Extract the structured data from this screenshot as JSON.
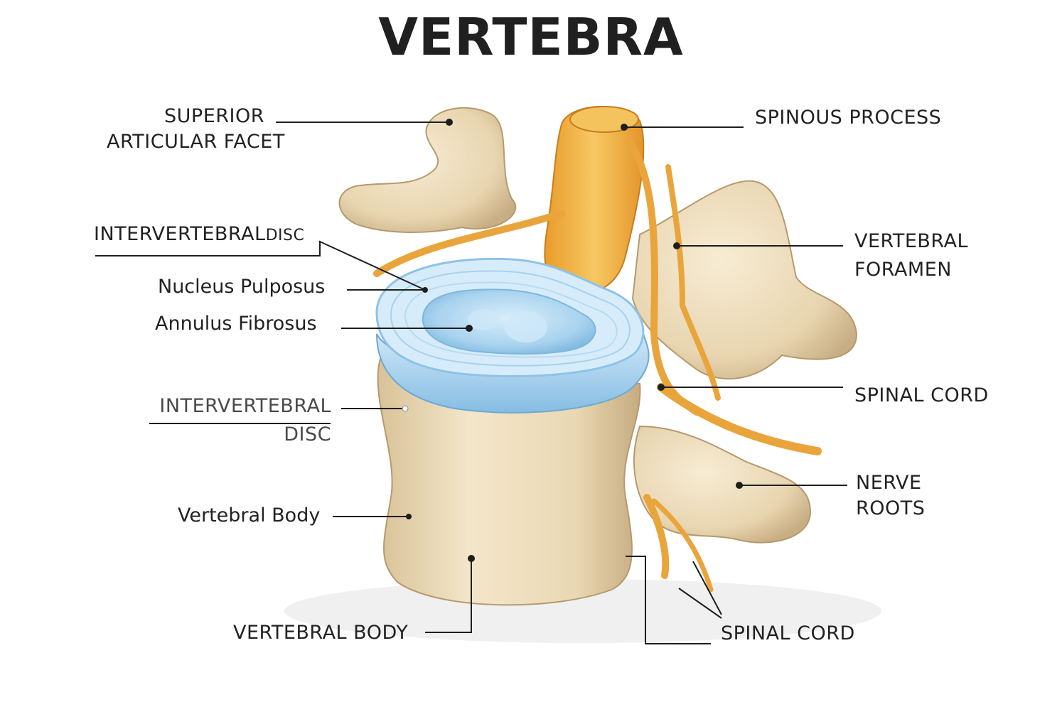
{
  "title": "VERTEBRA",
  "colors": {
    "bone": "#ecdcbc",
    "bone_shadow": "#c9b28a",
    "nerve": "#f2b34a",
    "disc_outer": "#9fcdec",
    "disc_inner": "#bfe1f6",
    "leader": "#1e1e1e"
  },
  "labels": {
    "superior_articular_facet": {
      "line1": "SUPERIOR",
      "line2": "ARTICULAR FACET"
    },
    "intervertebral_disc_top": {
      "main": "INTERVERTEBRAL",
      "suffix": "DISC"
    },
    "nucleus_pulposus": "Nucleus Pulposus",
    "annulus_fibrosus": "Annulus Fibrosus",
    "intervertebral_disc_mid": {
      "line1": "INTERVERTEBRAL",
      "line2": "DISC"
    },
    "vertebral_body_lower": "Vertebral Body",
    "vertebral_body_caps": "VERTEBRAL BODY",
    "spinous_process": "SPINOUS PROCESS",
    "vertebral_foramen": {
      "line1": "VERTEBRAL",
      "line2": "FORAMEN"
    },
    "spinal_cord_right": "SPINAL CORD",
    "nerve_roots": {
      "line1": "NERVE",
      "line2": "ROOTS"
    },
    "spinal_cord_bottom": "SPINAL CORD"
  }
}
